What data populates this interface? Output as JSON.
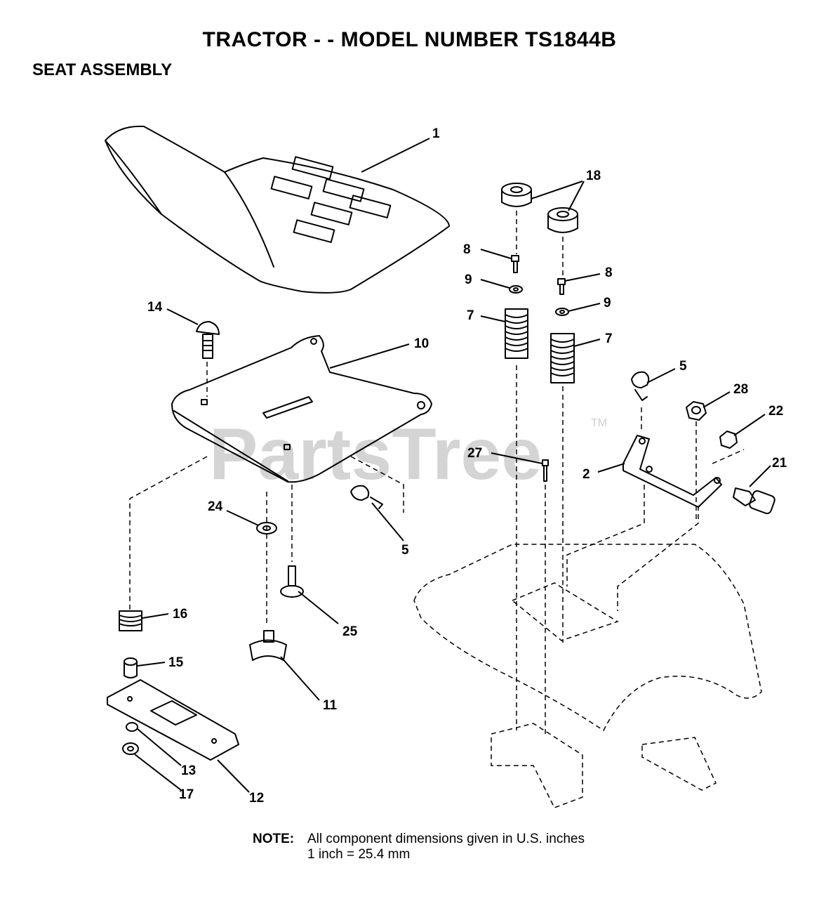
{
  "header": {
    "title": "TRACTOR - - MODEL NUMBER TS1844B",
    "subtitle": "SEAT ASSEMBLY"
  },
  "watermark": {
    "text": "PartsTree",
    "trademark": "TM"
  },
  "callouts": {
    "c1": "1",
    "c18": "18",
    "c8a": "8",
    "c8b": "8",
    "c9a": "9",
    "c9b": "9",
    "c7a": "7",
    "c7b": "7",
    "c14": "14",
    "c10": "10",
    "c5a": "5",
    "c5b": "5",
    "c28": "28",
    "c22": "22",
    "c27": "27",
    "c2": "2",
    "c21": "21",
    "c24": "24",
    "c25": "25",
    "c16": "16",
    "c15": "15",
    "c11": "11",
    "c13": "13",
    "c17": "17",
    "c12": "12"
  },
  "note": {
    "label": "NOTE:",
    "line1": "All component dimensions given in U.S. inches",
    "line2": "1 inch = 25.4 mm"
  },
  "colors": {
    "ink": "#000000",
    "watermark": "#d4d4d4",
    "background": "#ffffff"
  }
}
